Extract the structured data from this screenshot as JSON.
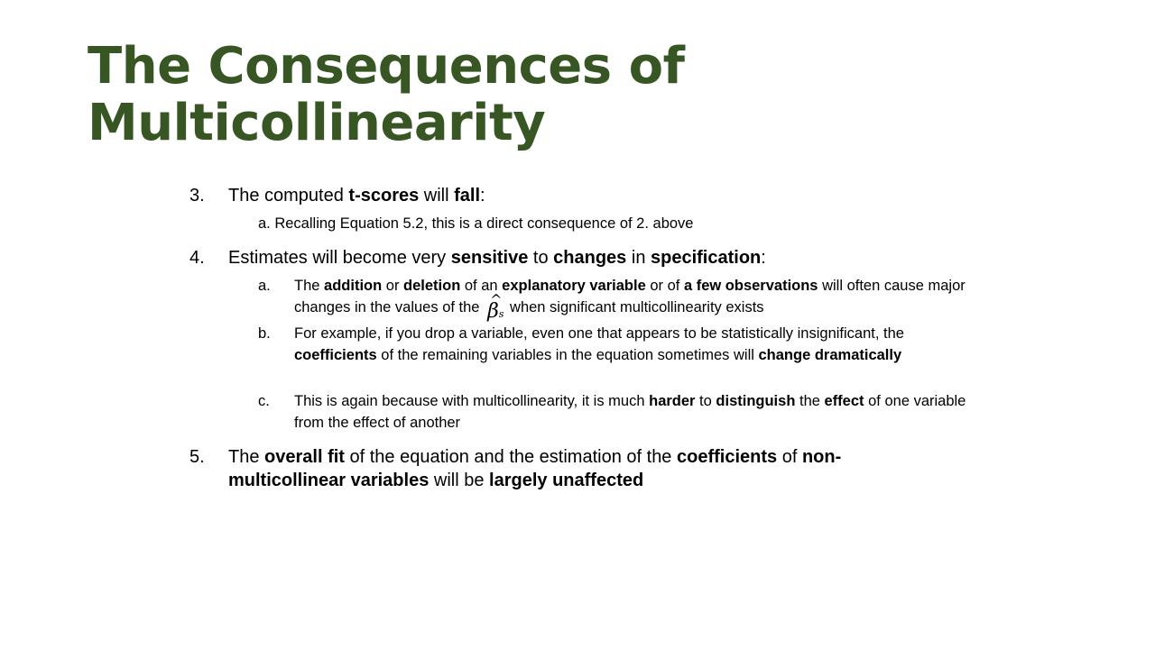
{
  "title": "The Consequences of Multicollinearity",
  "items": [
    {
      "number": "3.",
      "parts": [
        "The computed ",
        "t-scores",
        " will ",
        "fall",
        ":"
      ],
      "sub_plain": "a. Recalling Equation 5.2, this is a direct consequence of 2. above"
    },
    {
      "number": "4.",
      "parts": [
        "Estimates will become very ",
        "sensitive",
        " to ",
        "changes",
        " in ",
        "specification",
        ":"
      ],
      "subs": [
        {
          "letter": "a.",
          "parts": [
            "The ",
            "addition",
            " or ",
            "deletion",
            " of an ",
            "explanatory variable",
            " or of ",
            "a few observations",
            " will often cause major changes in the values of the ",
            " when significant multicollinearity exists"
          ],
          "symbol_base": "β",
          "symbol_hat": "^",
          "symbol_sub": "s"
        },
        {
          "letter": "b.",
          "parts": [
            "For example, if you drop a variable, even one that appears to be statistically insignificant, the ",
            "coefficients",
            " of the remaining variables in the equation sometimes will ",
            "change dramatically"
          ]
        },
        {
          "letter": "c.",
          "parts": [
            "This is again because with multicollinearity, it is much ",
            "harder",
            " to ",
            "distinguish",
            " the ",
            "effect",
            " of one variable from the effect of another"
          ]
        }
      ]
    },
    {
      "number": "5.",
      "parts": [
        "The ",
        "overall fit",
        " of the equation and the estimation of the ",
        "coefficients",
        " of ",
        "non-multicollinear variables",
        " will be ",
        "largely unaffected"
      ]
    }
  ]
}
